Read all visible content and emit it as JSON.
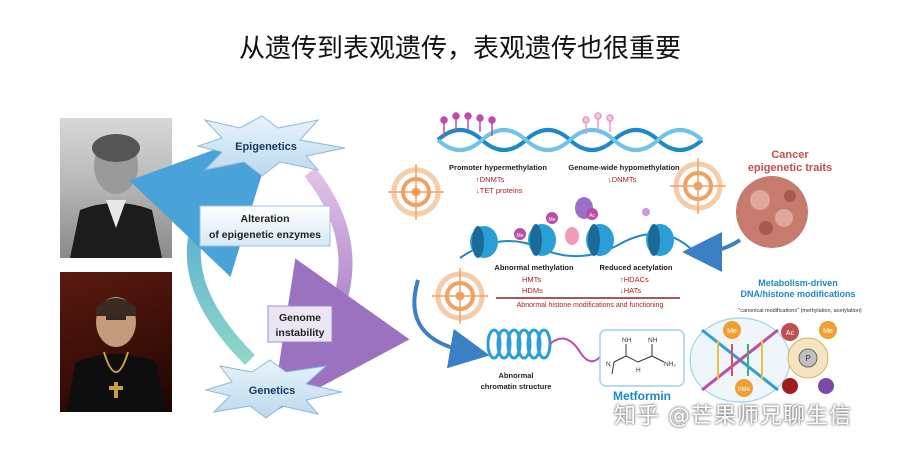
{
  "title": "从遗传到表观遗传，表观遗传也很重要",
  "left_cycle": {
    "epigenetics": "Epigenetics",
    "alteration_line1": "Alteration",
    "alteration_line2": "of epigenetic enzymes",
    "genome_line1": "Genome",
    "genome_line2": "instability",
    "genetics": "Genetics"
  },
  "right_diagram": {
    "promoter": "Promoter hypermethylation",
    "promoter_up": "↑DNMTs",
    "promoter_down": "↓TET proteins",
    "genome_wide": "Genome-wide hypomethylation",
    "genome_wide_down": "↓DNMTs",
    "cancer_line1": "Cancer",
    "cancer_line2": "epigenetic traits",
    "abnormal_methylation": "Abnormal methylation",
    "reduced_acetylation": "Reduced acetylation",
    "hmts": "HMTs",
    "hdms": "HDMs",
    "hdacs": "↑HDACs",
    "hats": "↓HATs",
    "histone_mod": "Abnormal histone modifications and functioning",
    "metabolism_line1": "Metabolism-driven",
    "metabolism_line2": "DNA/histone modifications",
    "canonical": "\"canonical modifications\" (methylation, acetylation)",
    "chromatin_line1": "Abnormal",
    "chromatin_line2": "chromatin structure",
    "metformin": "Metformin",
    "me1": "Me",
    "me2": "Me",
    "ac": "Ac",
    "hme": "hMe",
    "p": "P",
    "mol_nh": "NH",
    "mol_nh2": "NH",
    "mol_n": "N",
    "mol_nh2b": "NH₂",
    "mol_h": "H",
    "nuc_me": "Me",
    "nuc_ac": "Ac",
    "nuc_me2": "Me"
  },
  "watermark": "知乎 @芒果师兄聊生信",
  "colors": {
    "accent_blue": "#1e88c8",
    "target_orange": "#f0a060",
    "cancer_red": "#c0504d",
    "histone_teal": "#2a9fd6"
  }
}
